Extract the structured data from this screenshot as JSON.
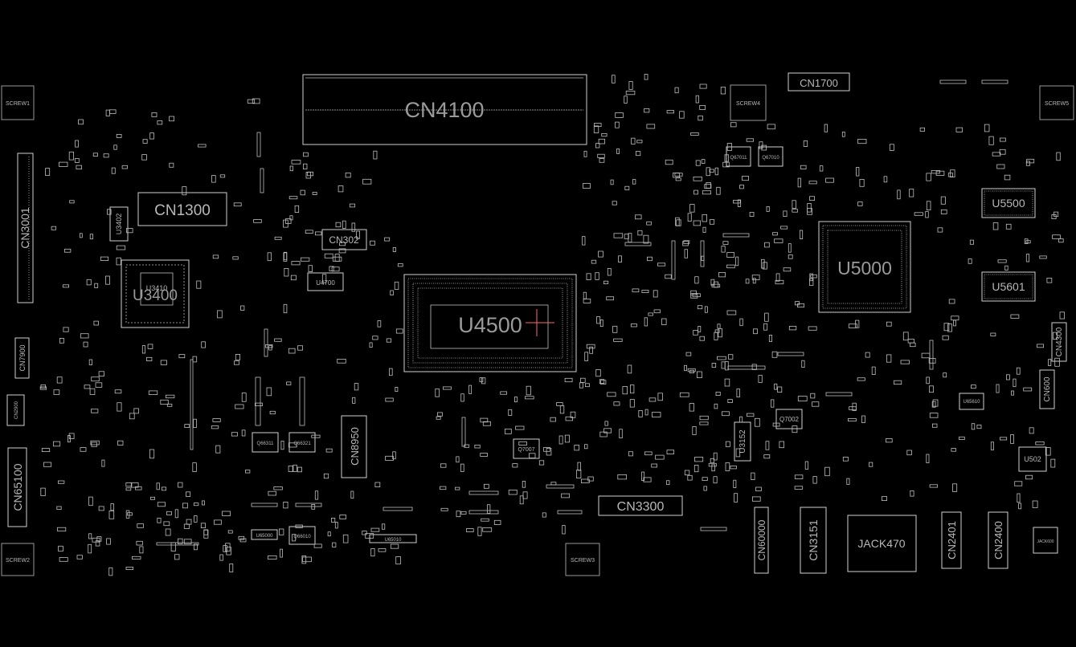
{
  "board": {
    "background": "#000000",
    "outline_color": "#cfcfcf",
    "marker_color": "#ff6a6a"
  },
  "components": {
    "screw1": "SCREW1",
    "screw2": "SCREW2",
    "screw3": "SCREW3",
    "screw4": "SCREW4",
    "screw5": "SCREW5",
    "cn4100": "CN4100",
    "cn1700": "CN1700",
    "cn1300": "CN1300",
    "cn3001": "CN3001",
    "u3402": "U3402",
    "u3400": "U3400",
    "u3410": "U3410",
    "cn302": "CN302",
    "u4700": "U4700",
    "u4500": "U4500",
    "cn8950": "CN8950",
    "cn3300": "CN3300",
    "u5000": "U5000",
    "u5500": "U5500",
    "u5601": "U5601",
    "cn4300": "CN4300",
    "cn600": "CN600",
    "u502": "U502",
    "u3152": "U3152",
    "q7002": "Q7002",
    "q7007": "Q7007",
    "jack470": "JACK470",
    "cn60000": "CN60000",
    "cn3151": "CN3151",
    "cn2401": "CN2401",
    "cn2400": "CN2400",
    "cn7900": "CN7900",
    "cn2900": "CN2900",
    "cn65100": "CN65100",
    "q67011": "Q67011",
    "q67010": "Q67010",
    "q66311": "Q66311",
    "q66321": "Q66321",
    "q66010": "Q66010",
    "u65000": "U65000",
    "u65010": "U65010",
    "u65610": "U65610",
    "jack600": "JACK600"
  }
}
